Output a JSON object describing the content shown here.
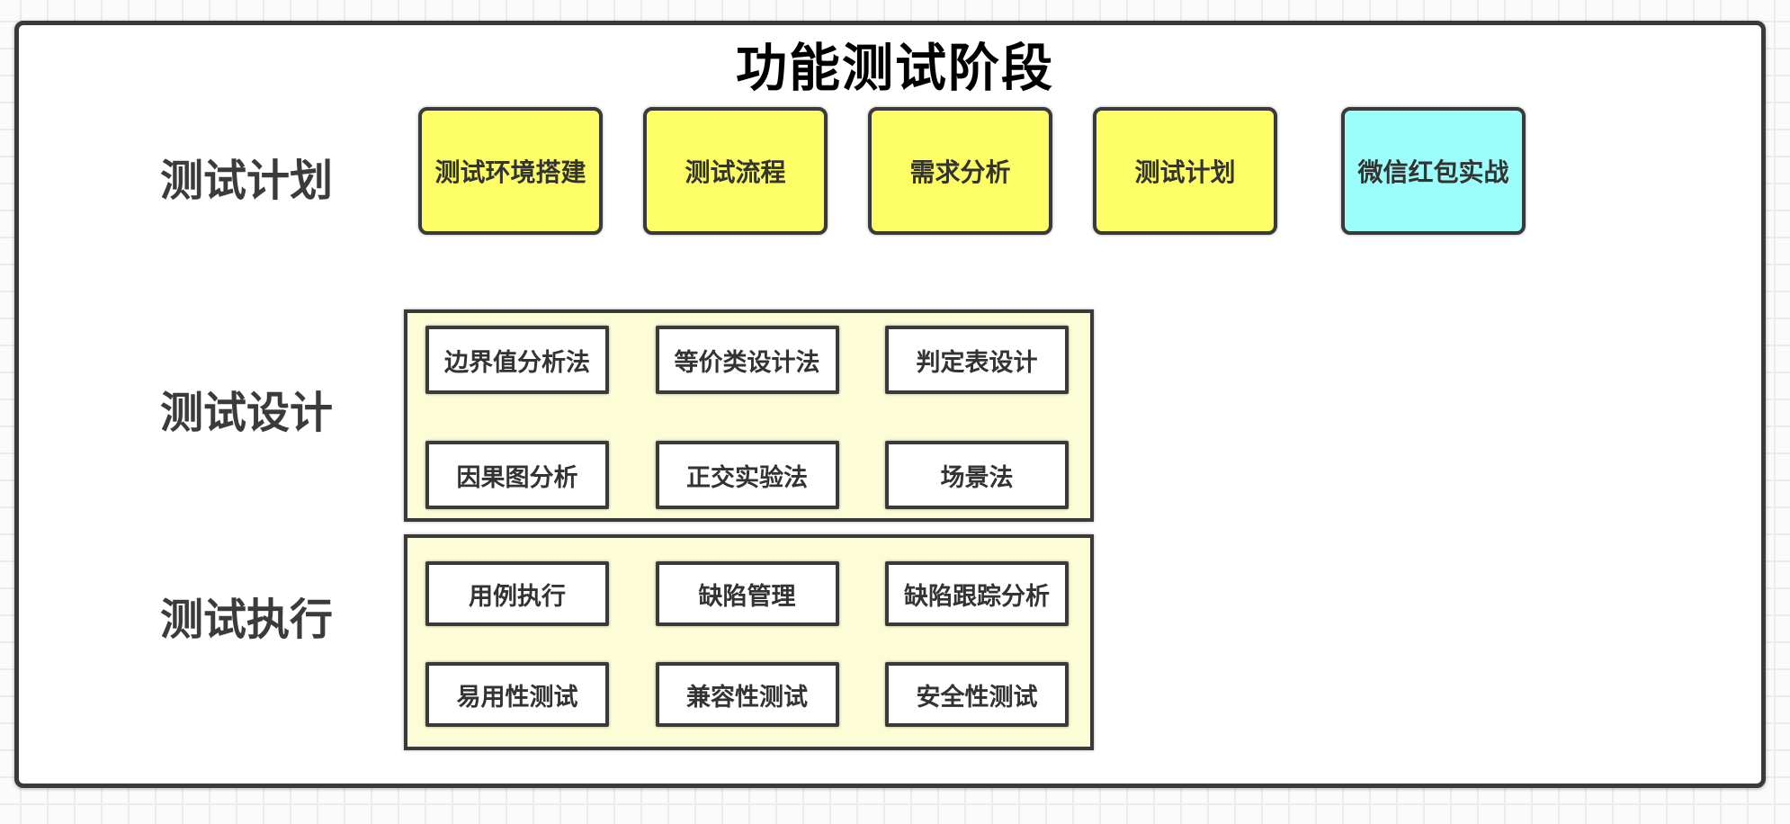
{
  "diagram": {
    "title": "功能测试阶段",
    "colors": {
      "node_yellow": "#FDFD66",
      "node_cyan": "#9CFEFA",
      "group_cream": "#FCFCD6",
      "border_dark": "#3A3A3A",
      "node_white": "#FFFFFF"
    },
    "plan": {
      "label": "测试计划",
      "boxes": [
        {
          "text": "测试环境搭建",
          "color": "yellow"
        },
        {
          "text": "测试流程",
          "color": "yellow"
        },
        {
          "text": "需求分析",
          "color": "yellow"
        },
        {
          "text": "测试计划",
          "color": "yellow"
        },
        {
          "text": "微信红包实战",
          "color": "cyan"
        }
      ]
    },
    "design": {
      "label": "测试设计",
      "boxes": [
        "边界值分析法",
        "等价类设计法",
        "判定表设计",
        "因果图分析",
        "正交实验法",
        "场景法"
      ]
    },
    "exec": {
      "label": "测试执行",
      "boxes": [
        "用例执行",
        "缺陷管理",
        "缺陷跟踪分析",
        "易用性测试",
        "兼容性测试",
        "安全性测试"
      ]
    }
  }
}
